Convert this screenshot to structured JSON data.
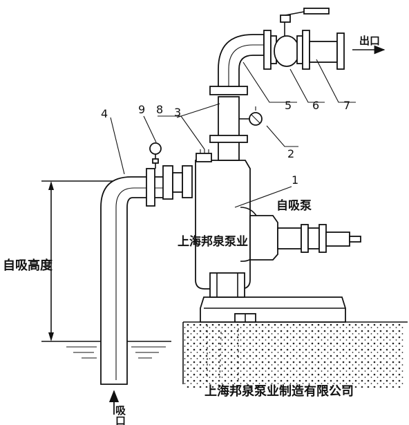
{
  "labels": {
    "outlet": "出口",
    "inlet": "吸口",
    "pump": "自吸泵",
    "suction_height": "自吸高度",
    "watermark": "上海邦泉泵业",
    "company": "上海邦泉泵业制造有限公司"
  },
  "part_numbers": [
    "1",
    "2",
    "3",
    "4",
    "5",
    "6",
    "7",
    "8",
    "9"
  ]
}
